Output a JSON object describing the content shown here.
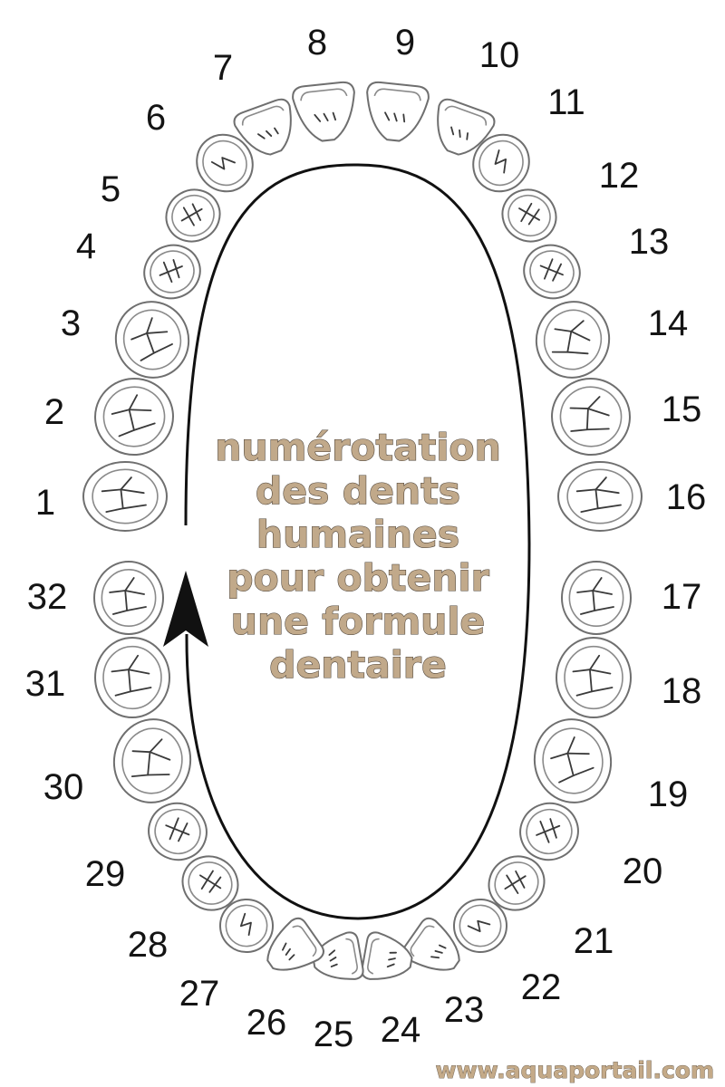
{
  "caption": {
    "lines": [
      "numérotation",
      "des dents",
      "humaines",
      "pour obtenir",
      "une formule",
      "dentaire"
    ],
    "color": "#c1a98a"
  },
  "watermark": "www.aquaportail.com",
  "teeth": [
    {
      "number": "1",
      "kind": "molar"
    },
    {
      "number": "2",
      "kind": "molar"
    },
    {
      "number": "3",
      "kind": "molar"
    },
    {
      "number": "4",
      "kind": "premolar"
    },
    {
      "number": "5",
      "kind": "premolar"
    },
    {
      "number": "6",
      "kind": "canine"
    },
    {
      "number": "7",
      "kind": "incisor"
    },
    {
      "number": "8",
      "kind": "incisor"
    },
    {
      "number": "9",
      "kind": "incisor"
    },
    {
      "number": "10",
      "kind": "incisor"
    },
    {
      "number": "11",
      "kind": "canine"
    },
    {
      "number": "12",
      "kind": "premolar"
    },
    {
      "number": "13",
      "kind": "premolar"
    },
    {
      "number": "14",
      "kind": "molar"
    },
    {
      "number": "15",
      "kind": "molar"
    },
    {
      "number": "16",
      "kind": "molar"
    },
    {
      "number": "17",
      "kind": "molar"
    },
    {
      "number": "18",
      "kind": "molar"
    },
    {
      "number": "19",
      "kind": "molar"
    },
    {
      "number": "20",
      "kind": "premolar"
    },
    {
      "number": "21",
      "kind": "premolar"
    },
    {
      "number": "22",
      "kind": "canine"
    },
    {
      "number": "23",
      "kind": "incisor"
    },
    {
      "number": "24",
      "kind": "incisor"
    },
    {
      "number": "25",
      "kind": "incisor"
    },
    {
      "number": "26",
      "kind": "incisor"
    },
    {
      "number": "27",
      "kind": "canine"
    },
    {
      "number": "28",
      "kind": "premolar"
    },
    {
      "number": "29",
      "kind": "premolar"
    },
    {
      "number": "30",
      "kind": "molar"
    },
    {
      "number": "31",
      "kind": "molar"
    },
    {
      "number": "32",
      "kind": "molar"
    }
  ],
  "colors": {
    "tooth_outline": "#6f6f6f",
    "groove": "#3a3a3a",
    "arrow": "#111111",
    "labels": "#141414"
  }
}
